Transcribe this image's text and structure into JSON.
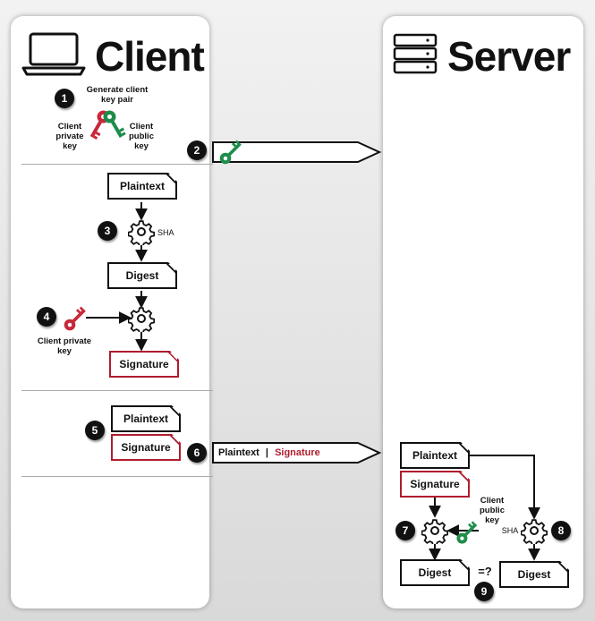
{
  "client": {
    "title": "Client",
    "step1_label": "Generate client key pair",
    "private_key_label": "Client private key",
    "public_key_label": "Client public key",
    "plaintext": "Plaintext",
    "sha_label": "SHA",
    "digest": "Digest",
    "private_key_label2": "Client private key",
    "signature": "Signature",
    "plaintext2": "Plaintext",
    "signature2": "Signature"
  },
  "server": {
    "title": "Server",
    "plaintext": "Plaintext",
    "signature": "Signature",
    "public_key_label": "Client public key",
    "sha_label": "SHA",
    "digest_left": "Digest",
    "digest_right": "Digest",
    "compare": "=?"
  },
  "message": {
    "plaintext": "Plaintext",
    "separator": "|",
    "signature": "Signature"
  },
  "steps": [
    "1",
    "2",
    "3",
    "4",
    "5",
    "6",
    "7",
    "8",
    "9"
  ],
  "colors": {
    "red_key": "#c8283a",
    "green_key": "#1e8c4a",
    "signature_red": "#b01c2e"
  }
}
